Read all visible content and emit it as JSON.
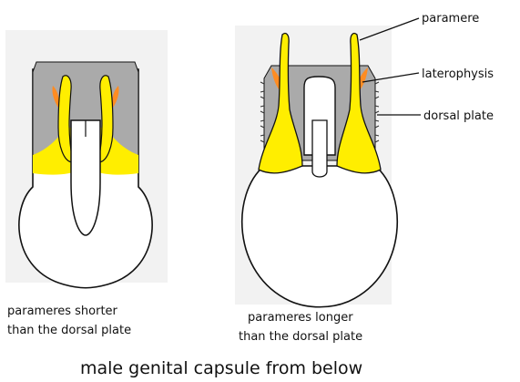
{
  "figure": {
    "title": "male genital capsule from below",
    "left_specimen": {
      "caption_line1": "parameres shorter",
      "caption_line2": "than the dorsal plate"
    },
    "right_specimen": {
      "caption_line1": "parameres longer",
      "caption_line2": "than the dorsal plate"
    },
    "callouts": {
      "paramere": "paramere",
      "laterophysis": "laterophysis",
      "dorsal_plate": "dorsal plate"
    }
  },
  "colors": {
    "paramere": "#ffee00",
    "laterophysis": "#ff8c22",
    "dorsal_plate": "#aaaaaa",
    "capsule": "#ffffff",
    "outline": "#111111",
    "panel_background": "#f2f2f2"
  }
}
